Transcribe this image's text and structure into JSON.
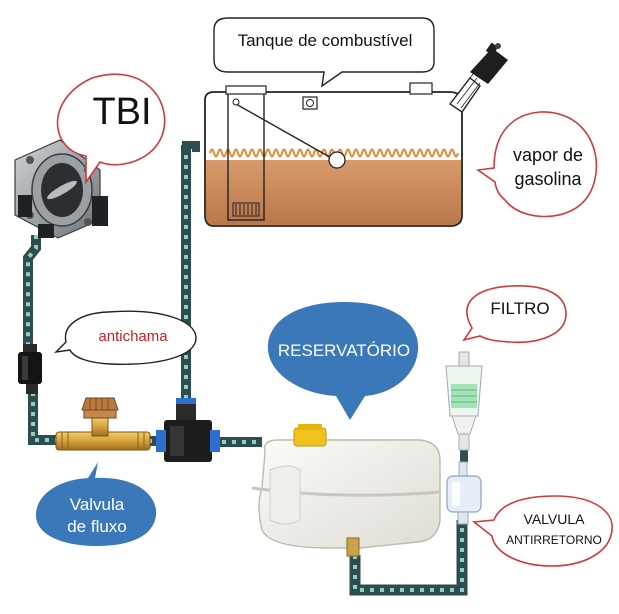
{
  "labels": {
    "tank": "Tanque de combustível",
    "tbi": "TBI",
    "vapor_line1": "vapor de",
    "vapor_line2": "gasolina",
    "antichama": "antichama",
    "filtro": "FILTRO",
    "reservatorio": "RESERVATÓRIO",
    "valvula_fluxo_line1": "Valvula",
    "valvula_fluxo_line2": "de fluxo",
    "valvula_anti_line1": "VALVULA",
    "valvula_anti_line2": "ANTIRRETORNO"
  },
  "colors": {
    "bubble_outline": "#d23a3a",
    "bubble_blue": "#3a78b9",
    "antichama_text": "#c8202a",
    "hose": "#2e4d4e",
    "hose_dots": "#8fd0c5",
    "fuel": "#c98b5f",
    "vapor_wave": "#e0893a",
    "brass": "#d4a23a"
  },
  "icons": [
    "throttle-body-icon",
    "flame-arrester-icon",
    "brass-tee-icon",
    "push-fitting-tee-icon",
    "fuel-filter-icon",
    "check-valve-icon",
    "coolant-reservoir-icon",
    "fuel-tank-icon",
    "fuel-cap-icon"
  ]
}
